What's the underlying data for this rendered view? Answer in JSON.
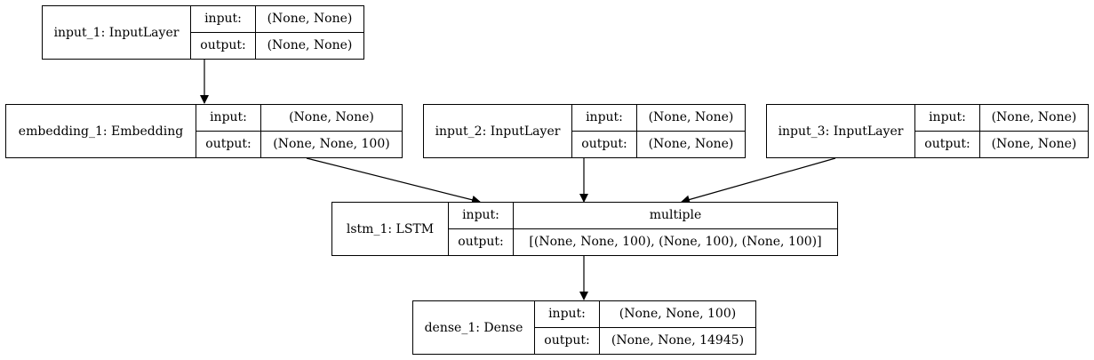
{
  "nodes": [
    {
      "id": "input_1",
      "name": "input_1: InputLayer",
      "input_label": "input:",
      "input_value": "(None, None)",
      "output_label": "output:",
      "output_value": "(None, None)"
    },
    {
      "id": "embedding_1",
      "name": "embedding_1: Embedding",
      "input_label": "input:",
      "input_value": "(None, None)",
      "output_label": "output:",
      "output_value": "(None, None, 100)"
    },
    {
      "id": "input_2",
      "name": "input_2: InputLayer",
      "input_label": "input:",
      "input_value": "(None, None)",
      "output_label": "output:",
      "output_value": "(None, None)"
    },
    {
      "id": "input_3",
      "name": "input_3: InputLayer",
      "input_label": "input:",
      "input_value": "(None, None)",
      "output_label": "output:",
      "output_value": "(None, None)"
    },
    {
      "id": "lstm_1",
      "name": "lstm_1: LSTM",
      "input_label": "input:",
      "input_value": "multiple",
      "output_label": "output:",
      "output_value": "[(None, None, 100), (None, 100), (None, 100)]"
    },
    {
      "id": "dense_1",
      "name": "dense_1: Dense",
      "input_label": "input:",
      "input_value": "(None, None, 100)",
      "output_label": "output:",
      "output_value": "(None, None, 14945)"
    }
  ],
  "edges": [
    {
      "from": "input_1",
      "to": "embedding_1"
    },
    {
      "from": "embedding_1",
      "to": "lstm_1"
    },
    {
      "from": "input_2",
      "to": "lstm_1"
    },
    {
      "from": "input_3",
      "to": "lstm_1"
    },
    {
      "from": "lstm_1",
      "to": "dense_1"
    }
  ],
  "colors": {
    "stroke": "#000000",
    "background": "#ffffff"
  }
}
